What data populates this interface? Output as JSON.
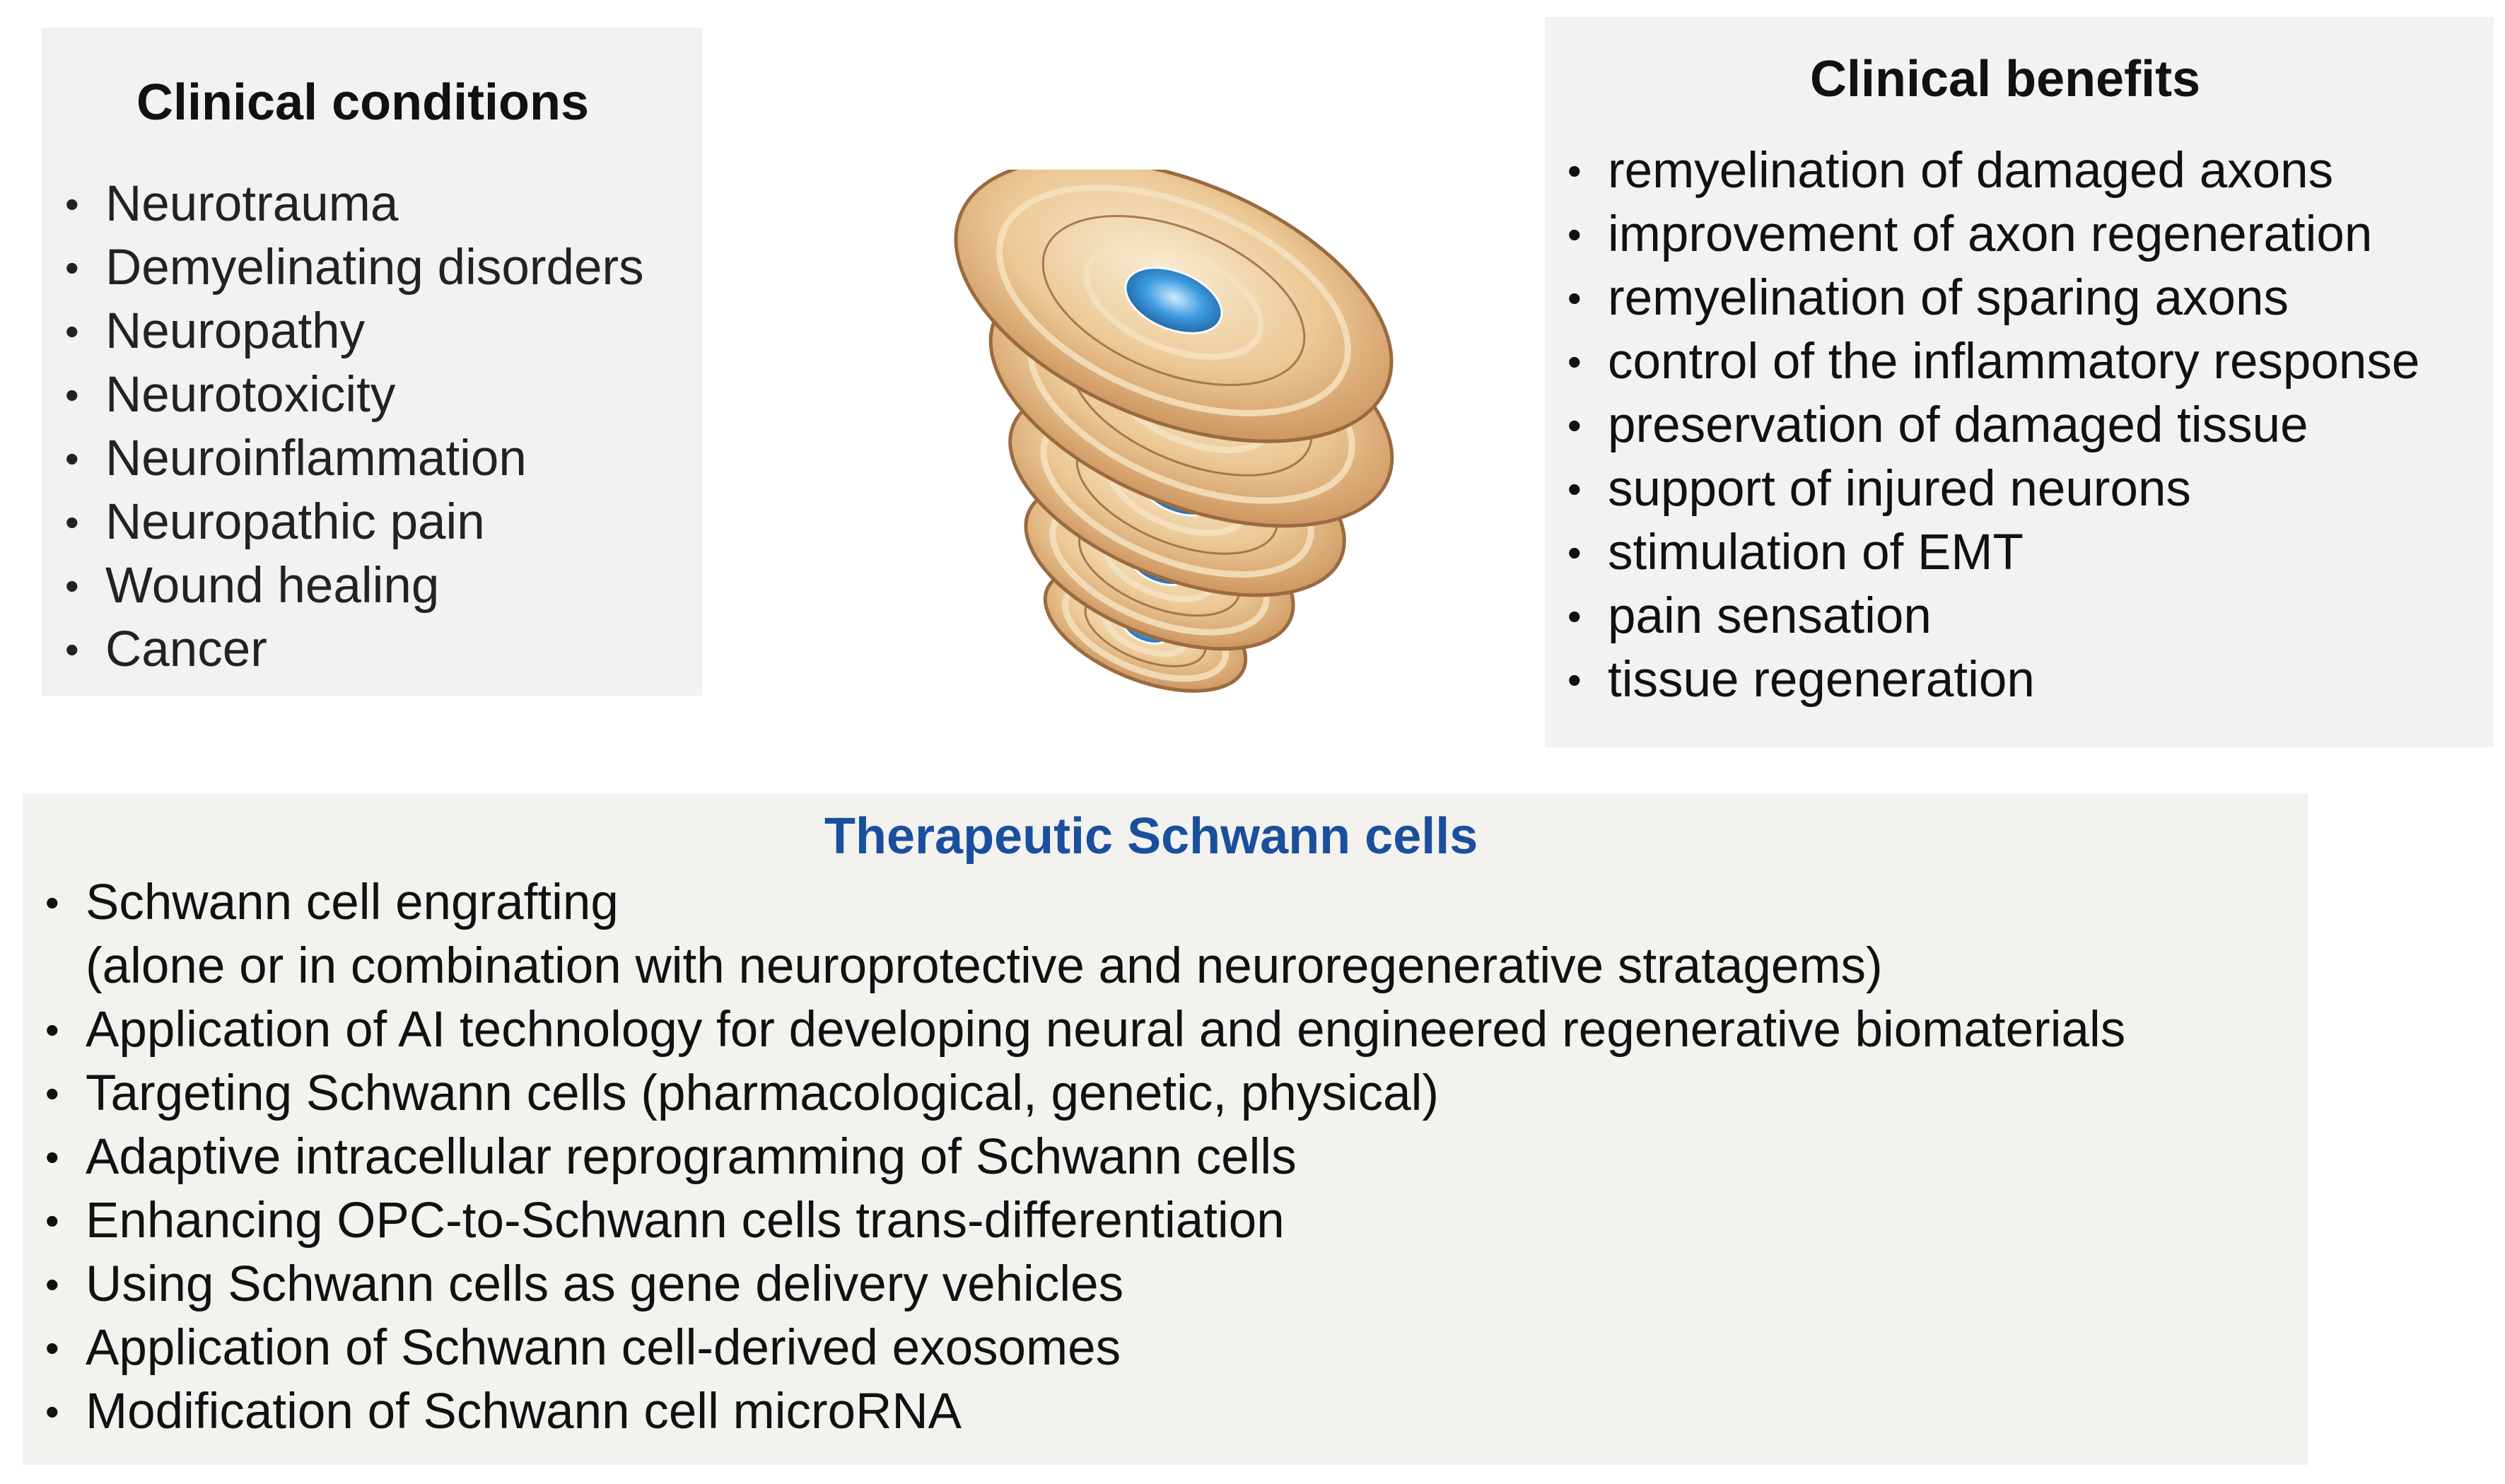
{
  "clinical_conditions": {
    "title": "Clinical conditions",
    "items": [
      "Neurotrauma",
      "Demyelinating disorders",
      "Neuropathy",
      "Neurotoxicity",
      "Neuroinflammation",
      "Neuropathic pain",
      "Wound healing",
      "Cancer"
    ]
  },
  "clinical_benefits": {
    "title": "Clinical benefits",
    "items": [
      "remyelination of damaged axons",
      "improvement of axon regeneration",
      "remyelination of sparing axons",
      "control of the inflammatory response",
      "preservation of damaged tissue",
      "support of injured neurons",
      "stimulation of EMT",
      "pain sensation",
      "tissue regeneration"
    ]
  },
  "therapeutic_schwann_cells": {
    "title": "Therapeutic Schwann cells",
    "title_color": "#1a4f9e",
    "items": [
      "Schwann cell engrafting",
      "Application of AI technology for developing neural and engineered regenerative biomaterials",
      "Targeting Schwann cells (pharmacological, genetic, physical)",
      "Adaptive intracellular reprogramming of Schwann cells",
      "Enhancing OPC-to-Schwann cells trans-differentiation",
      "Using Schwann cells as gene delivery vehicles",
      "Application of Schwann cell-derived exosomes",
      "Modification of Schwann cell microRNA"
    ],
    "first_item_note": "(alone or in combination with neuroprotective and neuroregenerative stratagems)"
  },
  "bullet": "•",
  "illustration": {
    "icon": "schwann-cell-myelin-spiral-icon",
    "colors": {
      "sheath": "#d9ab78",
      "sheath_light": "#f3e2bf",
      "axon": "#2b8fd6",
      "outline": "#9a6a40"
    }
  }
}
